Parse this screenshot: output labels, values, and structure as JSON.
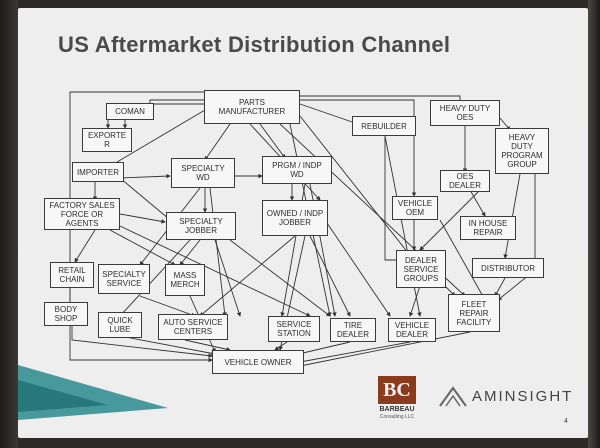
{
  "slide": {
    "title": "US Aftermarket Distribution Channel",
    "page_number": "4"
  },
  "nodes": {
    "parts_manufacturer": "PARTS\nMANUFACTURER",
    "coman": "COMAN",
    "exporter": "EXPORTE\nR",
    "importer": "IMPORTER",
    "specialty_wd": "SPECIALTY\nWD",
    "prgm_indp_wd": "PRGM / INDP\nWD",
    "rebuilder": "REBUILDER",
    "heavy_duty_oes": "HEAVY DUTY\nOES",
    "heavy_duty_program_group": "HEAVY\nDUTY\nPROGRAM\nGROUP",
    "oes_dealer": "OES\nDEALER",
    "factory_sales": "FACTORY SALES\nFORCE OR AGENTS",
    "specialty_jobber": "SPECIALTY\nJOBBER",
    "owned_indp_jobber": "OWNED / INDP\nJOBBER",
    "vehicle_oem": "VEHICLE\nOEM",
    "in_house_repair": "IN HOUSE\nREPAIR",
    "dealer_service_groups": "DEALER\nSERVICE\nGROUPS",
    "distributor": "DISTRIBUTOR",
    "retail_chain": "RETAIL\nCHAIN",
    "specialty_service": "SPECIALTY\nSERVICE",
    "mass_merch": "MASS\nMERCH",
    "fleet_repair_facility": "FLEET\nREPAIR\nFACILITY",
    "body_shop": "BODY\nSHOP",
    "quick_lube": "QUICK\nLUBE",
    "auto_service_centers": "AUTO SERVICE\nCENTERS",
    "service_station": "SERVICE\nSTATION",
    "tire_dealer": "TIRE\nDEALER",
    "vehicle_dealer": "VEHICLE\nDEALER",
    "vehicle_owner": "VEHICLE OWNER"
  },
  "logos": {
    "barbeau_mark": "BC",
    "barbeau_name": "BARBEAU",
    "barbeau_sub": "Consulting LLC",
    "aminsight": "AMINSIGHT"
  },
  "colors": {
    "slide_bg": "#eeeeee",
    "accent_teal": "#2a8a8c",
    "logo_brown": "#8b3a1e"
  }
}
